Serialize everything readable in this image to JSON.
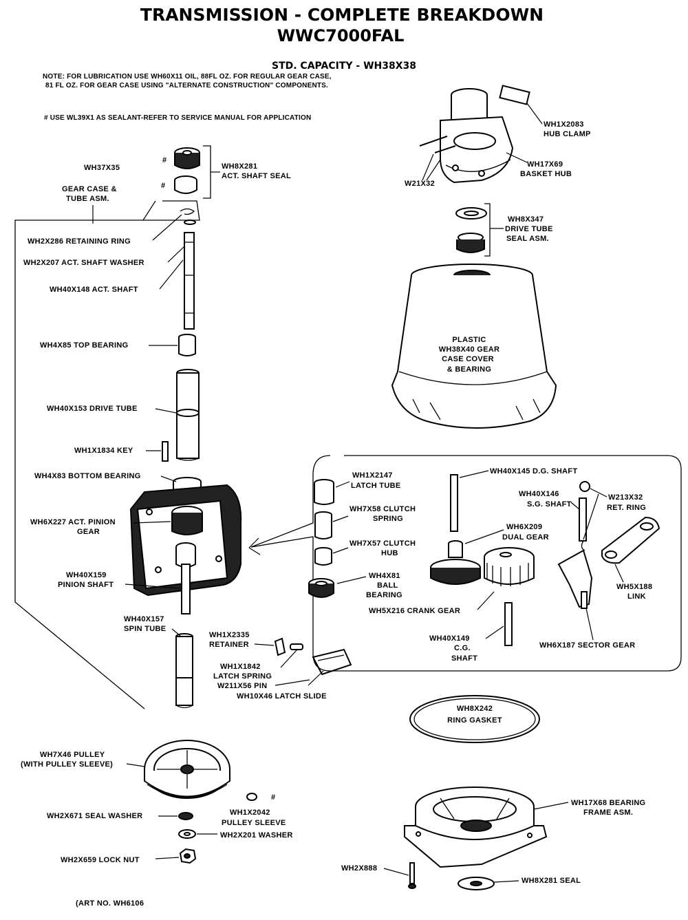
{
  "header": {
    "title": "TRANSMISSION - COMPLETE BREAKDOWN",
    "model": "WWC7000FAL",
    "capacity": "STD. CAPACITY - WH38X38"
  },
  "notes": {
    "lubrication_line1": "NOTE: FOR LUBRICATION USE WH60X11 OIL, 88FL OZ. FOR REGULAR GEAR CASE,",
    "lubrication_line2": "81 FL OZ. FOR GEAR CASE USING \"ALTERNATE CONSTRUCTION\" COMPONENTS.",
    "sealant": "# USE WL39X1 AS SEALANT-REFER TO SERVICE MANUAL FOR APPLICATION"
  },
  "marks": {
    "hash": "#"
  },
  "labels": {
    "wh37x35": "WH37X35",
    "wh8x281_act_1": "WH8X281",
    "wh8x281_act_2": "ACT. SHAFT SEAL",
    "gear_case_1": "GEAR CASE &",
    "gear_case_2": "TUBE ASM.",
    "retaining_ring": "WH2X286 RETAINING RING",
    "shaft_washer": "WH2X207 ACT. SHAFT WASHER",
    "act_shaft": "WH40X148 ACT. SHAFT",
    "top_bearing": "WH4X85 TOP BEARING",
    "drive_tube": "WH40X153 DRIVE TUBE",
    "key": "WH1X1834 KEY",
    "bottom_bearing": "WH4X83 BOTTOM BEARING",
    "pinion_gear_1": "WH6X227 ACT. PINION",
    "pinion_gear_2": "GEAR",
    "pinion_shaft_1": "WH40X159",
    "pinion_shaft_2": "PINION SHAFT",
    "spin_tube_1": "WH40X157",
    "spin_tube_2": "SPIN TUBE",
    "retainer_1": "WH1X2335",
    "retainer_2": "RETAINER",
    "latch_spring_1": "WH1X1842",
    "latch_spring_2": "LATCH SPRING",
    "pin": "W211X56 PIN",
    "latch_slide": "WH10X46 LATCH SLIDE",
    "hub_clamp_1": "WH1X2083",
    "hub_clamp_2": "HUB CLAMP",
    "basket_hub_1": "WH17X69",
    "basket_hub_2": "BASKET HUB",
    "w21x32": "W21X32",
    "drive_seal_1": "WH8X347",
    "drive_seal_2": "DRIVE TUBE",
    "drive_seal_3": "SEAL ASM.",
    "cover_1": "PLASTIC",
    "cover_2": "WH38X40 GEAR",
    "cover_3": "CASE COVER",
    "cover_4": "& BEARING",
    "latch_tube_1": "WH1X2147",
    "latch_tube_2": "LATCH TUBE",
    "clutch_spring_1": "WH7X58 CLUTCH",
    "clutch_spring_2": "SPRING",
    "clutch_hub_1": "WH7X57 CLUTCH",
    "clutch_hub_2": "HUB",
    "ball_bearing_1": "WH4X81",
    "ball_bearing_2": "BALL",
    "ball_bearing_3": "BEARING",
    "dg_shaft": "WH40X145 D.G. SHAFT",
    "sg_shaft_1": "WH40X146",
    "sg_shaft_2": "S.G. SHAFT",
    "ret_ring_1": "W213X32",
    "ret_ring_2": "RET. RING",
    "dual_gear_1": "WH6X209",
    "dual_gear_2": "DUAL GEAR",
    "crank_gear": "WH5X216 CRANK GEAR",
    "link_1": "WH5X188",
    "link_2": "LINK",
    "cg_shaft_1": "WH40X149",
    "cg_shaft_2": "C.G.",
    "cg_shaft_3": "SHAFT",
    "sector_gear": "WH6X187 SECTOR GEAR",
    "ring_gasket_1": "WH8X242",
    "ring_gasket_2": "RING GASKET",
    "pulley_1": "WH7X46 PULLEY",
    "pulley_2": "(WITH PULLEY SLEEVE)",
    "seal_washer": "WH2X671 SEAL WASHER",
    "pulley_sleeve_1": "WH1X2042",
    "pulley_sleeve_2": "PULLEY SLEEVE",
    "washer": "WH2X201 WASHER",
    "lock_nut": "WH2X659 LOCK NUT",
    "bearing_frame_1": "WH17X68 BEARING",
    "bearing_frame_2": "FRAME ASM.",
    "wh2x888": "WH2X888",
    "seal_bottom": "WH8X281 SEAL",
    "art_no": "(ART NO. WH6106"
  }
}
